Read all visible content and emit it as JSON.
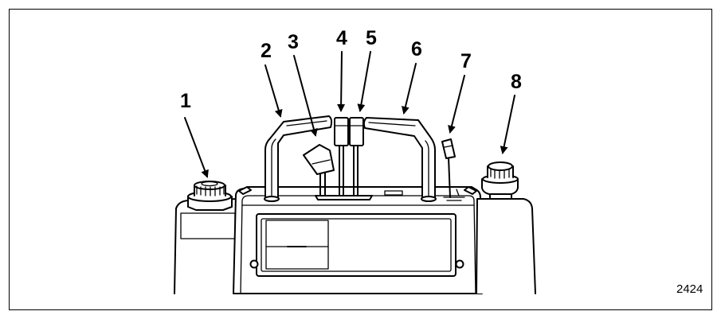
{
  "figure": {
    "callouts": [
      "1",
      "2",
      "3",
      "4",
      "5",
      "6",
      "7",
      "8"
    ],
    "figure_number": "2424"
  }
}
